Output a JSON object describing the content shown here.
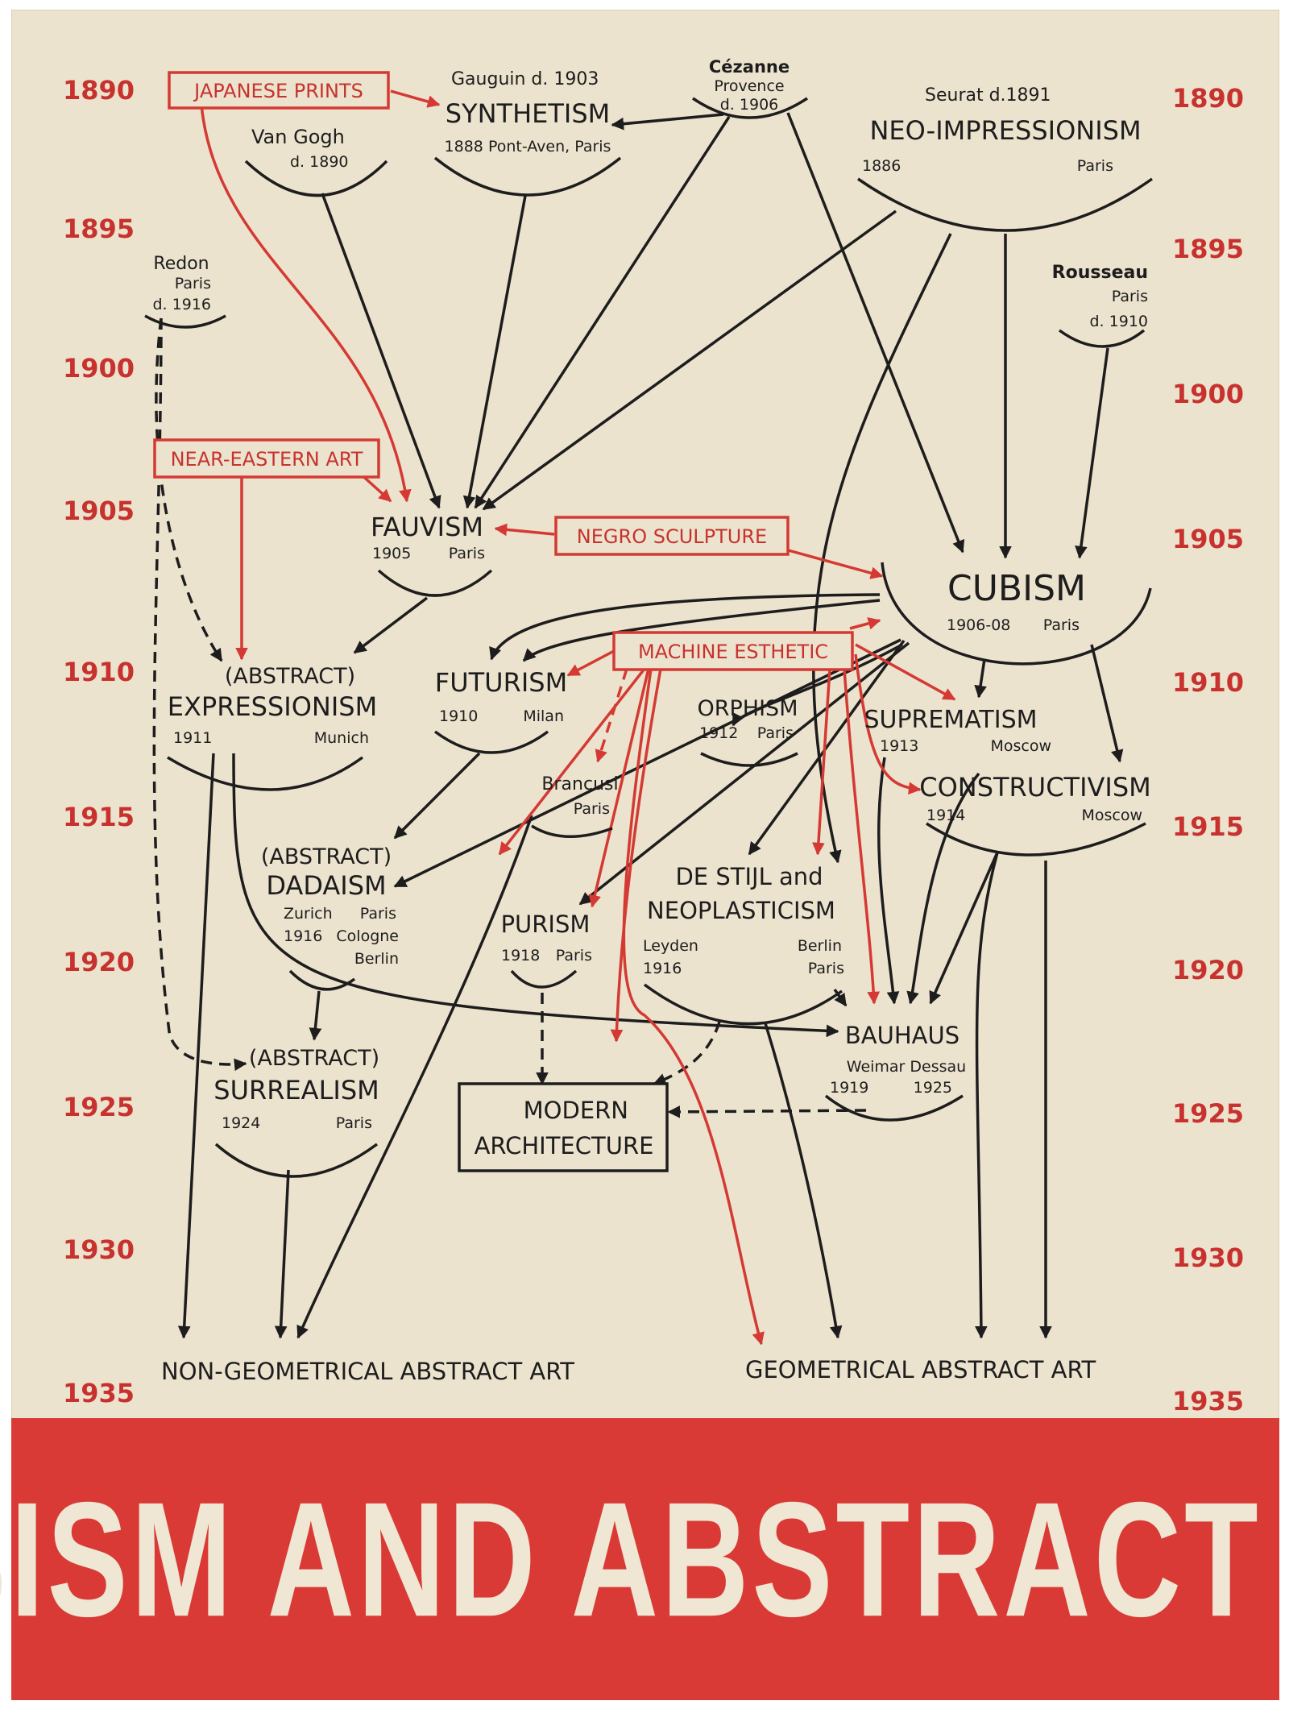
{
  "years_left": [
    "1890",
    "1895",
    "1900",
    "1905",
    "1910",
    "1915",
    "1920",
    "1925",
    "1930",
    "1935"
  ],
  "years_right": [
    "1890",
    "1895",
    "1900",
    "1905",
    "1910",
    "1915",
    "1920",
    "1925",
    "1930",
    "1935"
  ],
  "influences": {
    "japanese_prints": "JAPANESE PRINTS",
    "near_eastern_art": "NEAR-EASTERN ART",
    "negro_sculpture": "NEGRO SCULPTURE",
    "machine_esthetic": "MACHINE ESTHETIC"
  },
  "artists": {
    "gauguin": "Gauguin d. 1903",
    "cezanne": "Cézanne",
    "cezanne_place": "Provence",
    "cezanne_death": "d. 1906",
    "seurat": "Seurat d.1891",
    "van_gogh": "Van Gogh",
    "van_gogh_death": "d. 1890",
    "redon": "Redon",
    "redon_place": "Paris",
    "redon_death": "d. 1916",
    "rousseau": "Rousseau",
    "rousseau_place": "Paris",
    "rousseau_death": "d. 1910",
    "brancusi": "Brancusi",
    "brancusi_place": "Paris"
  },
  "movements": {
    "synthetism": {
      "name": "SYNTHETISM",
      "detail": "1888  Pont-Aven, Paris"
    },
    "neo_impressionism": {
      "name": "NEO-IMPRESSIONISM",
      "year": "1886",
      "place": "Paris"
    },
    "fauvism": {
      "name": "FAUVISM",
      "year": "1905",
      "place": "Paris"
    },
    "cubism": {
      "name": "CUBISM",
      "year": "1906-08",
      "place": "Paris"
    },
    "expressionism": {
      "prefix": "(ABSTRACT)",
      "name": "EXPRESSIONISM",
      "year": "1911",
      "place": "Munich"
    },
    "futurism": {
      "name": "FUTURISM",
      "year": "1910",
      "place": "Milan"
    },
    "orphism": {
      "name": "ORPHISM",
      "year": "1912",
      "place": "Paris"
    },
    "suprematism": {
      "name": "SUPREMATISM",
      "year": "1913",
      "place": "Moscow"
    },
    "constructivism": {
      "name": "CONSTRUCTIVISM",
      "year": "1914",
      "place": "Moscow"
    },
    "dadaism": {
      "prefix": "(ABSTRACT)",
      "name": "DADAISM",
      "place1": "Zurich",
      "place2": "Paris",
      "year": "1916",
      "place3": "Cologne",
      "place4": "Berlin"
    },
    "purism": {
      "name": "PURISM",
      "year": "1918",
      "place": "Paris"
    },
    "de_stijl": {
      "name1": "DE STIJL and",
      "name2": "NEOPLASTICISM",
      "place1": "Leyden",
      "place2": "Berlin",
      "year": "1916",
      "place3": "Paris"
    },
    "bauhaus": {
      "name": "BAUHAUS",
      "places": "Weimar Dessau",
      "year1": "1919",
      "year2": "1925"
    },
    "surrealism": {
      "prefix": "(ABSTRACT)",
      "name": "SURREALISM",
      "year": "1924",
      "place": "Paris"
    },
    "modern_architecture": {
      "line1": "MODERN",
      "line2": "ARCHITECTURE"
    }
  },
  "outcomes": {
    "non_geometrical": "NON-GEOMETRICAL ABSTRACT ART",
    "geometrical": "GEOMETRICAL ABSTRACT ART"
  },
  "cover_title": "CUBISM AND ABSTRACT ART",
  "colors": {
    "red": "#d43a33",
    "paper": "#ece3cf",
    "ink": "#1d1d1d",
    "banner": "#d93a35"
  }
}
